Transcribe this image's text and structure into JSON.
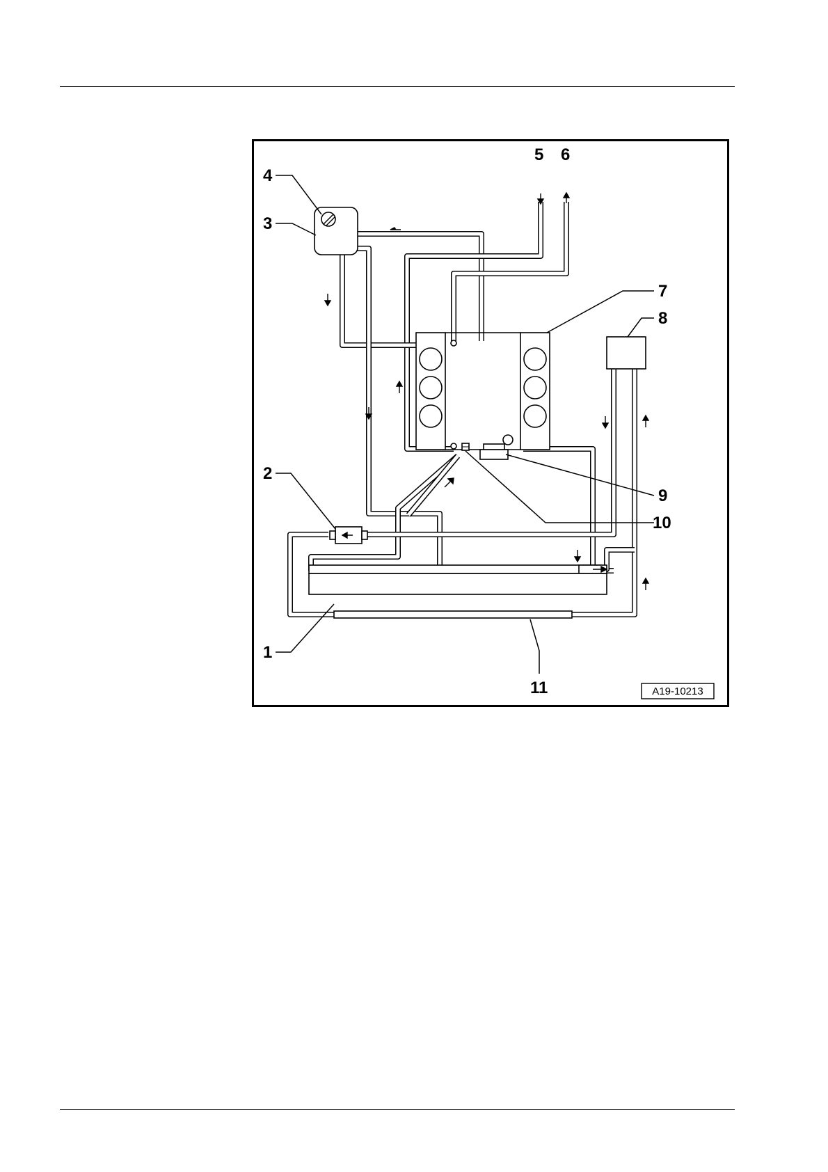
{
  "diagram": {
    "reference_code": "A19-10213",
    "callouts": [
      "1",
      "2",
      "3",
      "4",
      "5",
      "6",
      "7",
      "8",
      "9",
      "10",
      "11"
    ]
  }
}
